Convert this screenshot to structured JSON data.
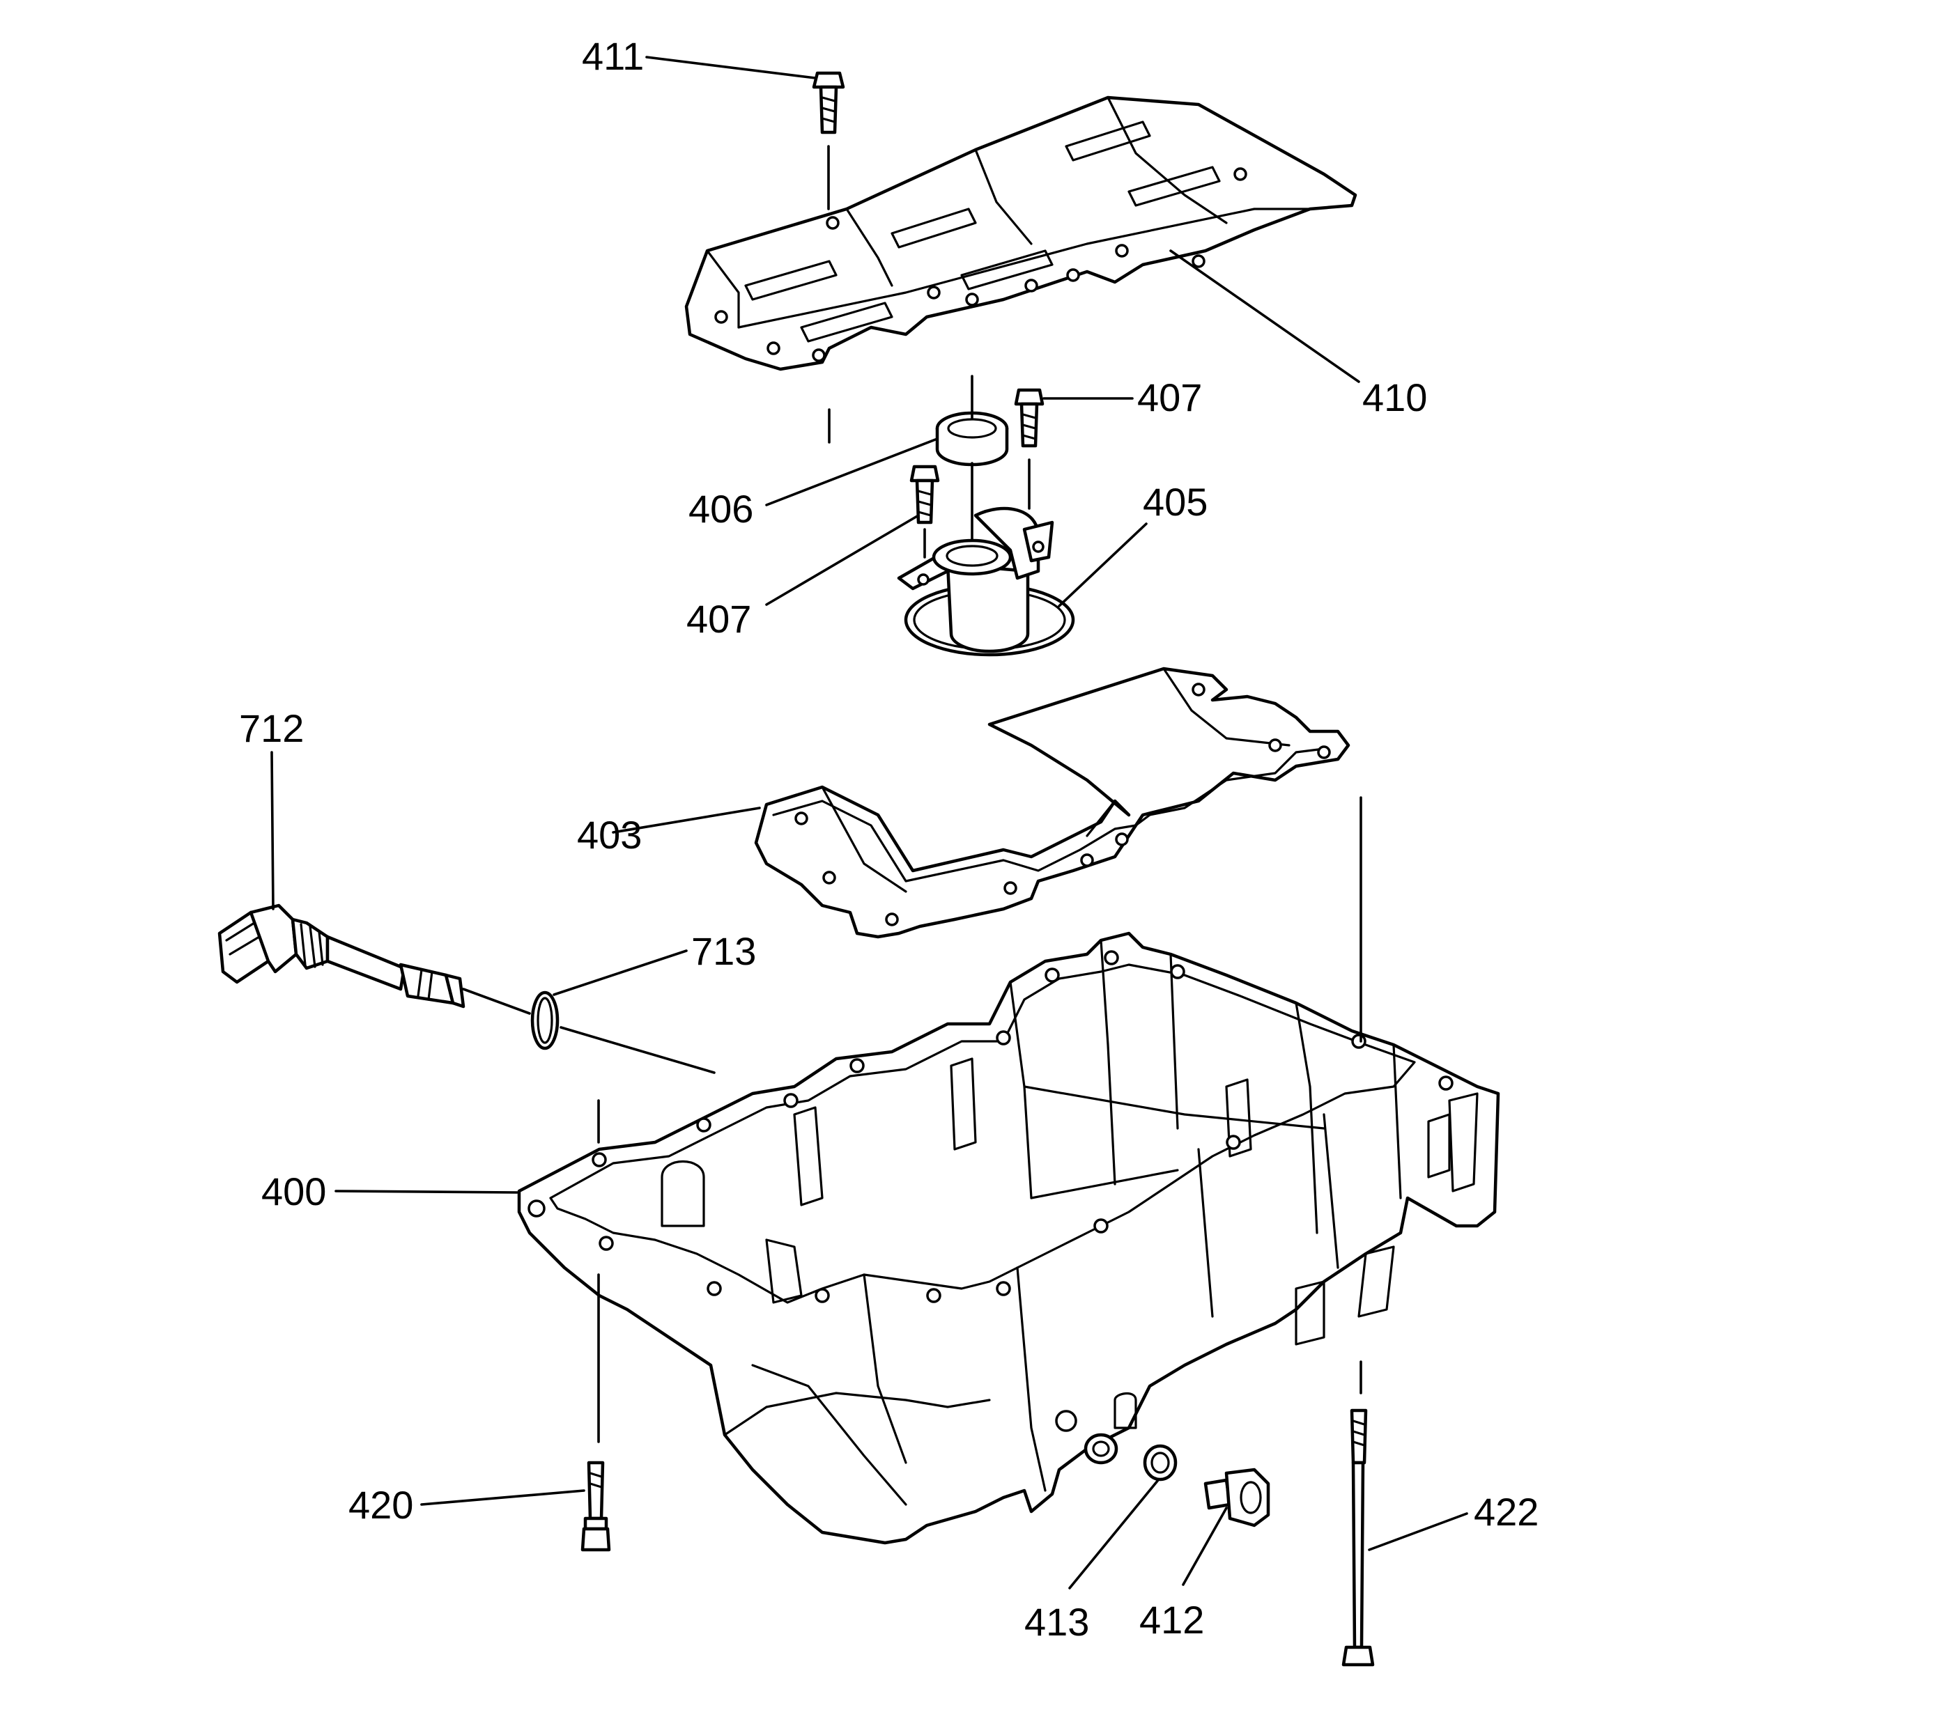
{
  "figure": {
    "line_color": "#000000",
    "background": "#ffffff"
  },
  "callouts": {
    "c411": "411",
    "c410": "410",
    "c407a": "407",
    "c406": "406",
    "c405": "405",
    "c407b": "407",
    "c712": "712",
    "c403": "403",
    "c713": "713",
    "c400": "400",
    "c420": "420",
    "c413": "413",
    "c412": "412",
    "c422": "422"
  }
}
